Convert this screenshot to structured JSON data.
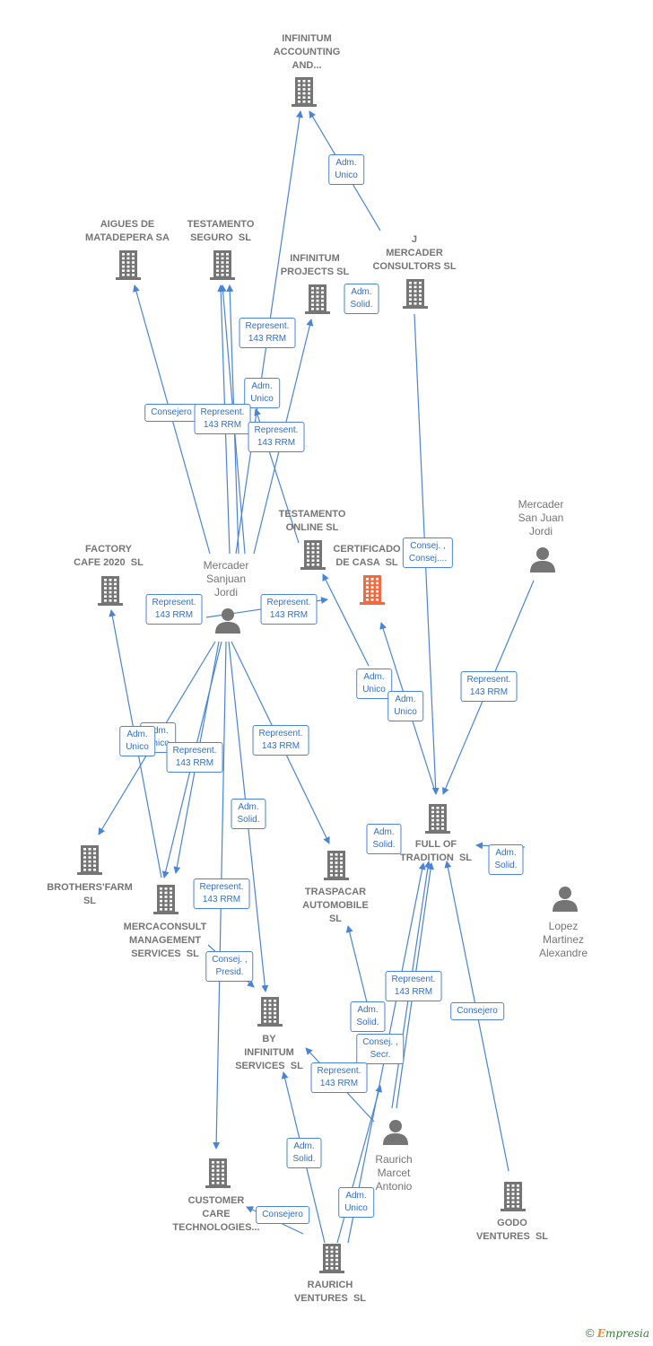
{
  "colors": {
    "company": "#757575",
    "highlight": "#f26a3d",
    "person": "#757575",
    "edge": "#4a84d4",
    "label_text": "#2f6fc9"
  },
  "nodes": [
    {
      "id": "infinitum_accounting",
      "type": "company",
      "label": "INFINITUM\nACCOUNTING\nAND..."
    },
    {
      "id": "aigues",
      "type": "company",
      "label": "AIGUES DE\nMATADEPERA SA"
    },
    {
      "id": "testamento_seguro",
      "type": "company",
      "label": "TESTAMENTO\nSEGURO  SL"
    },
    {
      "id": "infinitum_projects",
      "type": "company",
      "label": "INFINITUM\nPROJECTS SL"
    },
    {
      "id": "j_mercader",
      "type": "company",
      "label": "J\nMERCADER\nCONSULTORS SL"
    },
    {
      "id": "testamento_online",
      "type": "company",
      "label": "TESTAMENTO\nONLINE SL"
    },
    {
      "id": "certificado",
      "type": "company_highlight",
      "label": "CERTIFICADO\nDE CASA  SL"
    },
    {
      "id": "mercader_sanjuan_jordi",
      "type": "person",
      "label": "Mercader\nSanjuan\nJordi"
    },
    {
      "id": "mercader_san_juan_jordi",
      "type": "person",
      "label": "Mercader\nSan Juan\nJordi"
    },
    {
      "id": "factory_cafe",
      "type": "company",
      "label": "FACTORY\nCAFE 2020  SL"
    },
    {
      "id": "full_of_tradition",
      "type": "company",
      "label": "FULL OF\nTRADITION  SL"
    },
    {
      "id": "brothers_farm",
      "type": "company",
      "label": "BROTHERS'FARM\nSL"
    },
    {
      "id": "mercaconsult",
      "type": "company",
      "label": "MERCACONSULT\nMANAGEMENT\nSERVICES  SL"
    },
    {
      "id": "traspacar",
      "type": "company",
      "label": "TRASPACAR\nAUTOMOBILE\nSL"
    },
    {
      "id": "lopez",
      "type": "person",
      "label": "Lopez\nMartinez\nAlexandre"
    },
    {
      "id": "by_infinitum",
      "type": "company",
      "label": "BY\nINFINITUM\nSERVICES  SL"
    },
    {
      "id": "raurich_marcet",
      "type": "person",
      "label": "Raurich\nMarcet\nAntonio"
    },
    {
      "id": "customer_care",
      "type": "company",
      "label": "CUSTOMER\nCARE\nTECHNOLOGIES..."
    },
    {
      "id": "godo",
      "type": "company",
      "label": "GODO\nVENTURES  SL"
    },
    {
      "id": "raurich_ventures",
      "type": "company",
      "label": "RAURICH\nVENTURES  SL"
    }
  ],
  "edge_labels": [
    "Adm.\nUnico",
    "Adm.\nSolid.",
    "Represent.\n143 RRM",
    "Adm.\nUnico",
    "Consejero",
    "Represent.\n143 RRM",
    "Represent.\n143 RRM",
    "Consej. ,\nConsej....",
    "Represent.\n143 RRM",
    "Represent.\n143 RRM",
    "Adm.\nUnico",
    "Adm.\nUnico",
    "Represent.\n143 RRM",
    "Adm.\nSolid.",
    "Adm.\nUnico",
    "Adm.\nUnico",
    "Represent.\n143 RRM",
    "Represent.\n143 RRM",
    "Adm.\nSolid.",
    "Represent.\n143 RRM",
    "Consej. ,\nPresid.",
    "Adm.\nSolid.",
    "Represent.\n143 RRM",
    "Adm.\nSolid.",
    "Consejero",
    "Consej. ,\nSecr.",
    "Represent.\n143 RRM",
    "Adm.\nSolid.",
    "Adm.\nUnico",
    "Consejero"
  ],
  "footer": {
    "copyright": "©",
    "brand_initial": "E",
    "brand_rest": "mpresia"
  }
}
